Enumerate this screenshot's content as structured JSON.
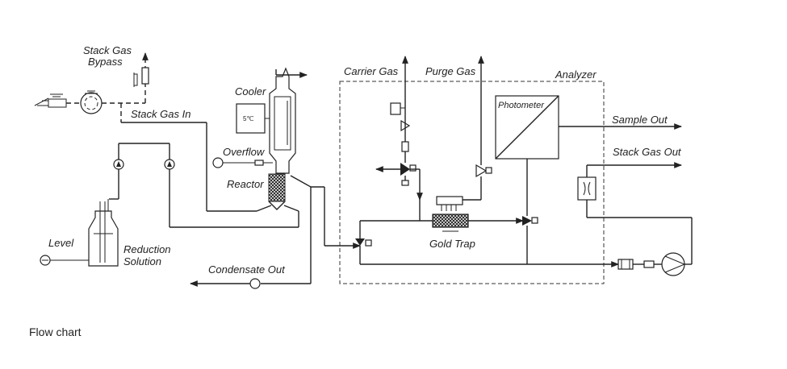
{
  "labels": {
    "stack_gas_bypass_1": "Stack Gas",
    "stack_gas_bypass_2": "Bypass",
    "stack_gas_in": "Stack Gas In",
    "cooler": "Cooler",
    "cooler_temp": "5℃",
    "overflow": "Overflow",
    "reactor": "Reactor",
    "level": "Level",
    "reduction_solution_1": "Reduction",
    "reduction_solution_2": "Solution",
    "condensate_out": "Condensate Out",
    "carrier_gas": "Carrier Gas",
    "purge_gas": "Purge Gas",
    "analyzer": "Analyzer",
    "photometer": "Photometer",
    "sample_out": "Sample Out",
    "stack_gas_out": "Stack Gas Out",
    "gold_trap": "Gold Trap"
  },
  "caption": "Flow chart"
}
